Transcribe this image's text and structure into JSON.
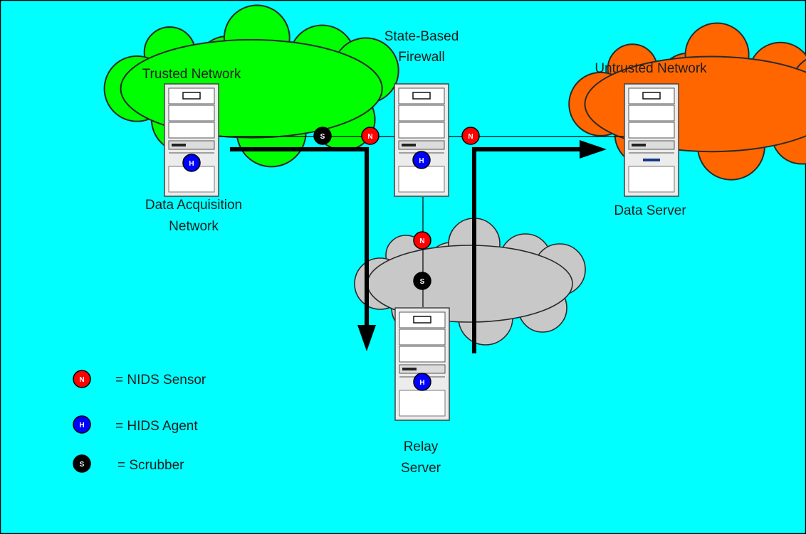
{
  "networks": {
    "trusted": {
      "title": "Trusted Network",
      "subtitle_line1": "Data Acquisition",
      "subtitle_line2": "Network",
      "color": "#00ff00"
    },
    "untrusted": {
      "title": "Untrusted Network",
      "subtitle": "Data Server",
      "color": "#ff6600"
    },
    "relay": {
      "label_line1": "Relay",
      "label_line2": "Server",
      "color": "#c8c8c8"
    }
  },
  "firewall": {
    "label_line1": "State-Based",
    "label_line2": "Firewall"
  },
  "badges": {
    "nids": "N",
    "hids": "H",
    "scrubber": "S"
  },
  "legend": {
    "items": [
      {
        "letter": "N",
        "text": "= NIDS Sensor",
        "color": "#ff0000"
      },
      {
        "letter": "H",
        "text": "= HIDS Agent",
        "color": "#0000ff"
      },
      {
        "letter": "S",
        "text": "= Scrubber",
        "color": "#000000"
      }
    ]
  },
  "colors": {
    "background": "#00ffff",
    "server_body": "#ececec",
    "line": "#000000"
  }
}
